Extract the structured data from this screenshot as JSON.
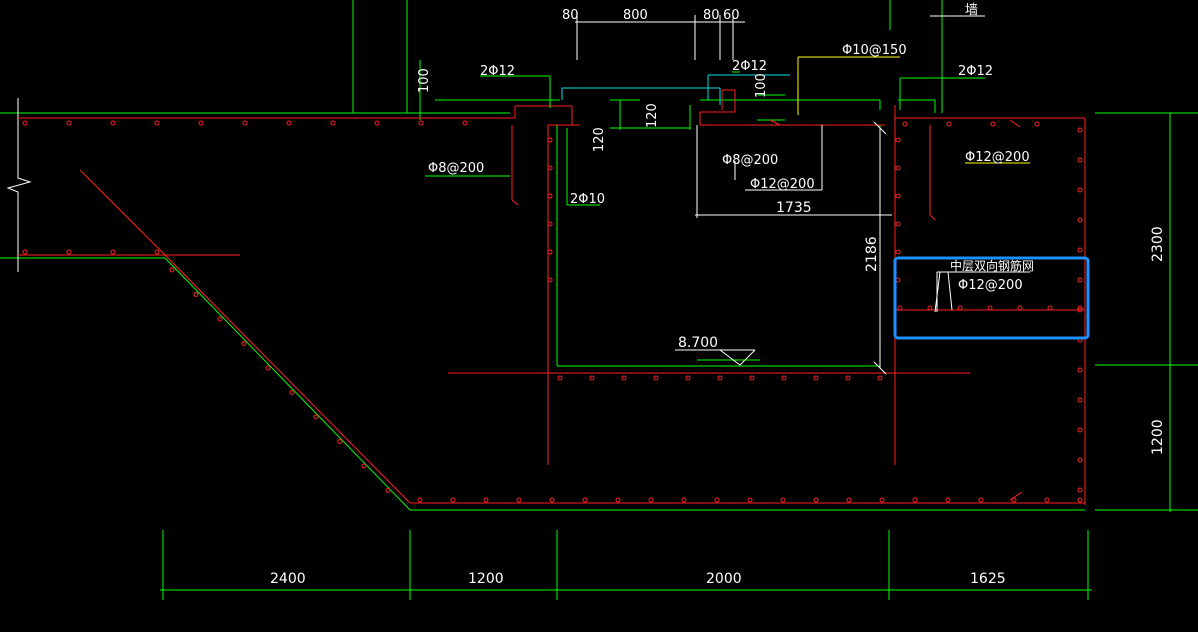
{
  "colors": {
    "background": "#000000",
    "rebar": "#ff2020",
    "dimension": "#00ff00",
    "text": "#ffffff",
    "leader_yellow": "#ffff00",
    "cyan": "#00e0e0",
    "selection_box": "#1e90ff"
  },
  "dimensions": {
    "top_80a": "80",
    "top_800": "800",
    "top_80b": "80",
    "top_60": "60",
    "bottom_2400": "2400",
    "bottom_1200": "1200",
    "bottom_2000": "2000",
    "bottom_1625": "1625",
    "right_2300": "2300",
    "right_1200": "1200",
    "dim_100_left": "100",
    "dim_100_right": "100",
    "dim_120_a": "120",
    "dim_120_b": "120",
    "pit_width_1735": "1735",
    "pit_depth_2186": "2186"
  },
  "annotations": {
    "bar_2phi12_left": "2Φ12",
    "bar_2phi12_mid": "2Φ12",
    "bar_2phi12_right": "2Φ12",
    "bar_phi10_150": "Φ10@150",
    "bar_phi8_200_left": "Φ8@200",
    "bar_2phi10": "2Φ10",
    "bar_phi8_200_mid": "Φ8@200",
    "bar_phi12_200_mid": "Φ12@200",
    "bar_phi12_200_right": "Φ12@200",
    "wall_label": "墙",
    "mid_mesh_label": "中层双向钢筋网",
    "mid_mesh_bar": "Φ12@200",
    "elevation": "8.700"
  }
}
